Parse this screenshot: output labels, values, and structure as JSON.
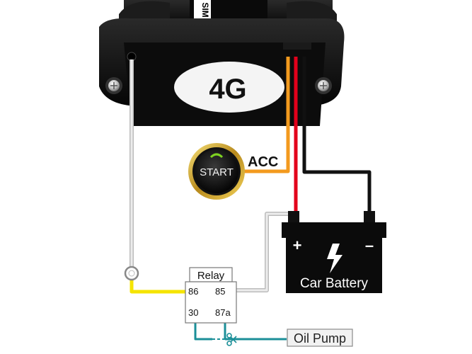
{
  "device": {
    "badge": "4G",
    "sim_text": "SIM"
  },
  "start_button": {
    "label": "START",
    "accent": "#7ed321"
  },
  "acc_label": "ACC",
  "battery": {
    "label": "Car Battery",
    "plus": "+",
    "minus": "–"
  },
  "relay": {
    "title": "Relay",
    "pins": [
      "86",
      "85",
      "30",
      "87a"
    ]
  },
  "oil_pump": "Oil Pump",
  "colors": {
    "wire_white": "#d6d6d6",
    "wire_yellow": "#f5e400",
    "wire_orange": "#f39a1e",
    "wire_red": "#e3001b",
    "wire_black": "#111111",
    "wire_teal": "#1b8f98",
    "scissors": "#1b8f98"
  },
  "icons": [
    "lightning-icon",
    "scissors-icon",
    "wire-ring-terminal"
  ]
}
